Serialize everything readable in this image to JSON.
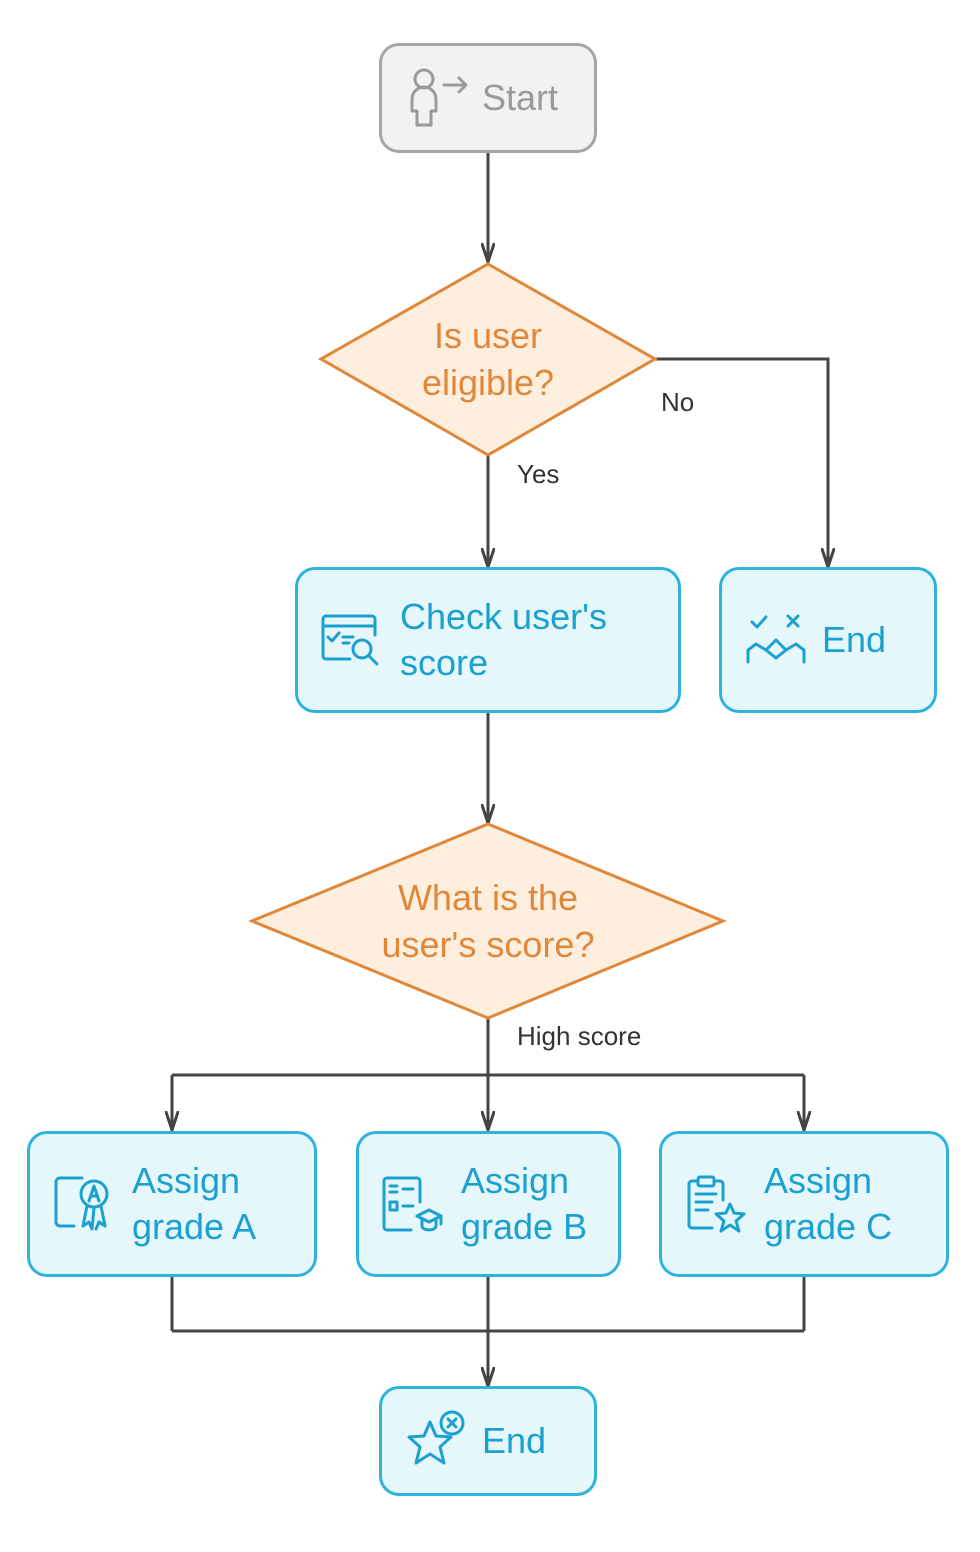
{
  "colors": {
    "process_fill": "#e6f7fc",
    "process_stroke": "#2fb3db",
    "process_text": "#1ba1cf",
    "decision_fill": "#fdeedd",
    "decision_stroke": "#e0883a",
    "decision_text": "#e0883a",
    "start_fill": "#f2f2f2",
    "start_stroke": "#a6a6a6",
    "connector": "#444444"
  },
  "nodes": {
    "start": {
      "label": "Start",
      "icon": "user-arrow-icon"
    },
    "eligible": {
      "label_line1": "Is user",
      "label_line2": "eligible?"
    },
    "check_score": {
      "label_line1": "Check user's",
      "label_line2": "score",
      "icon": "score-search-icon"
    },
    "end_ineligible": {
      "label": "End",
      "icon": "rejected-handshake-icon"
    },
    "score_decision": {
      "label_line1": "What is the",
      "label_line2": "user's score?"
    },
    "grade_a": {
      "label_line1": "Assign",
      "label_line2": "grade A",
      "icon": "certificate-a-icon"
    },
    "grade_b": {
      "label_line1": "Assign",
      "label_line2": "grade B",
      "icon": "report-card-icon"
    },
    "grade_c": {
      "label_line1": "Assign",
      "label_line2": "grade C",
      "icon": "clipboard-star-icon"
    },
    "end_final": {
      "label": "End",
      "icon": "star-x-icon"
    }
  },
  "edges": {
    "no_label": "No",
    "yes_label": "Yes",
    "high_score_label": "High score"
  }
}
